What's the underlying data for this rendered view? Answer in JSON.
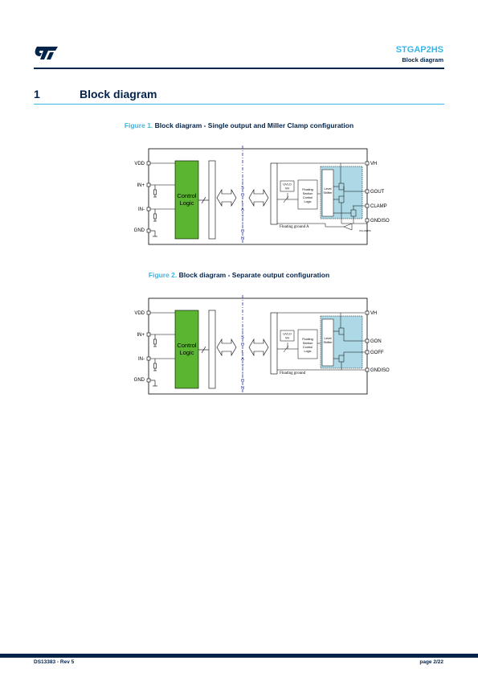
{
  "header": {
    "product": "STGAP2HS",
    "section": "Block diagram"
  },
  "section": {
    "number": "1",
    "title": "Block diagram"
  },
  "figure1": {
    "label": "Figure 1.",
    "caption": "Block diagram - Single output and Miller Clamp configuration",
    "left_pins": [
      "VDD",
      "IN+",
      "IN-",
      "GND"
    ],
    "right_pins": [
      "VH",
      "GOUT",
      "CLAMP",
      "GNDISO"
    ],
    "control_logic": [
      "Control",
      "Logic"
    ],
    "isolation": [
      "I",
      "S",
      "O",
      "L",
      "A",
      "T",
      "I",
      "O",
      "N"
    ],
    "uvlo": [
      "UVLO",
      "VH"
    ],
    "floating_logic": [
      "Floating",
      "Section",
      "Control",
      "Logic"
    ],
    "level_shifter": [
      "Level",
      "Shifter"
    ],
    "floating_ground": "Floating ground A",
    "clamp_threshold": "VCLAMPth"
  },
  "figure2": {
    "label": "Figure 2.",
    "caption": "Block diagram - Separate output configuration",
    "left_pins": [
      "VDD",
      "IN+",
      "IN-",
      "GND"
    ],
    "right_pins": [
      "VH",
      "GON",
      "GOFF",
      "GNDISO"
    ],
    "control_logic": [
      "Control",
      "Logic"
    ],
    "isolation": [
      "I",
      "S",
      "O",
      "L",
      "A",
      "T",
      "I",
      "O",
      "N"
    ],
    "uvlo": [
      "UVLO",
      "VH"
    ],
    "floating_logic": [
      "Floating",
      "Section",
      "Control",
      "Logic"
    ],
    "level_shifter": [
      "Level",
      "Shifter"
    ],
    "floating_ground": "Floating ground"
  },
  "footer": {
    "doc_id": "DS13383 - Rev 5",
    "page": "page 2/22"
  },
  "colors": {
    "brand_dark": "#03234b",
    "brand_light": "#3cb4e6",
    "logic_green": "#5cb531",
    "driver_blue": "#add8e6"
  }
}
